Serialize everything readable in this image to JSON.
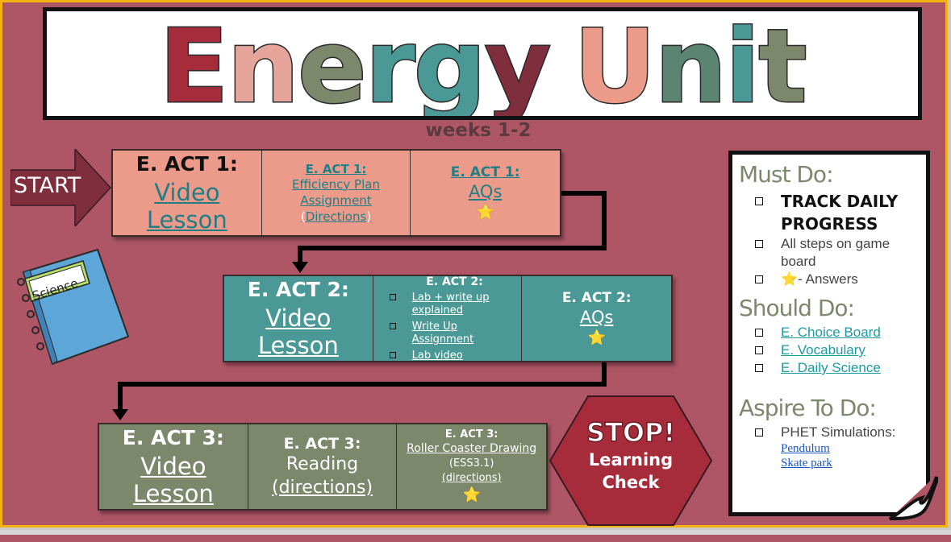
{
  "title": {
    "letters": [
      {
        "ch": "E",
        "color": "#a62c3c"
      },
      {
        "ch": "n",
        "color": "#e5a59a"
      },
      {
        "ch": "e",
        "color": "#7c876c"
      },
      {
        "ch": "r",
        "color": "#4b9996"
      },
      {
        "ch": "g",
        "color": "#4b9996"
      },
      {
        "ch": "y",
        "color": "#7e2e3c"
      },
      {
        "ch": " ",
        "color": "#ffffff"
      },
      {
        "ch": "U",
        "color": "#ec9a8a"
      },
      {
        "ch": "n",
        "color": "#5b8472"
      },
      {
        "ch": "i",
        "color": "#4b9996"
      },
      {
        "ch": "t",
        "color": "#7c876c"
      }
    ],
    "subtitle": "weeks 1-2"
  },
  "start_label": "START",
  "row1": {
    "cell1": {
      "head": "E. ACT 1:",
      "link": "Video Lesson"
    },
    "cell2": {
      "head": "E. ACT 1:",
      "line1": "Efficiency Plan",
      "line2": "Assignment",
      "line3": "Directions"
    },
    "cell3": {
      "head": "E. ACT 1:",
      "link": "AQs",
      "star": "⭐"
    }
  },
  "row2": {
    "cell1": {
      "head": "E. ACT 2:",
      "link": "Video Lesson"
    },
    "cell2": {
      "head": "E. ACT 2:",
      "items": [
        {
          "label": "Lab + write up",
          "label2": "explained"
        },
        {
          "label": "Write Up Assignment",
          "label2": ""
        },
        {
          "label": "Lab video",
          "label2": ""
        }
      ]
    },
    "cell3": {
      "head": "E. ACT 2:",
      "link": "AQs",
      "star": "⭐"
    }
  },
  "row3": {
    "cell1": {
      "head": "E. ACT 3:",
      "link": "Video Lesson"
    },
    "cell2": {
      "head": "E. ACT 3:",
      "line1": "Reading",
      "line2": "(directions)"
    },
    "cell3": {
      "head": "E. ACT 3:",
      "line1": "Roller Coaster Drawing",
      "line2": "(ESS3.1)",
      "line3": "(directions)",
      "star": "⭐"
    }
  },
  "notebook_label": "Science",
  "stop": {
    "big": "STOP!",
    "line1": "Learning",
    "line2": "Check"
  },
  "side": {
    "must_title": "Must Do:",
    "must_items": [
      {
        "text": "TRACK DAILY PROGRESS",
        "big": true
      },
      {
        "text": "All steps on game board",
        "big": false
      },
      {
        "text": "⭐- Answers",
        "big": false
      }
    ],
    "should_title": "Should Do:",
    "should_items": [
      "E. Choice Board",
      "E. Vocabulary",
      "E. Daily Science"
    ],
    "aspire_title": "Aspire To Do:",
    "aspire_item": "PHET Simulations:",
    "aspire_links": [
      "Pendulum",
      "Skate park"
    ]
  },
  "colors": {
    "background": "#ae5666",
    "border": "#f5b311",
    "coral": "#ec9a8a",
    "teal": "#4b9996",
    "olive": "#7c876c",
    "stop": "#a62c3c"
  }
}
